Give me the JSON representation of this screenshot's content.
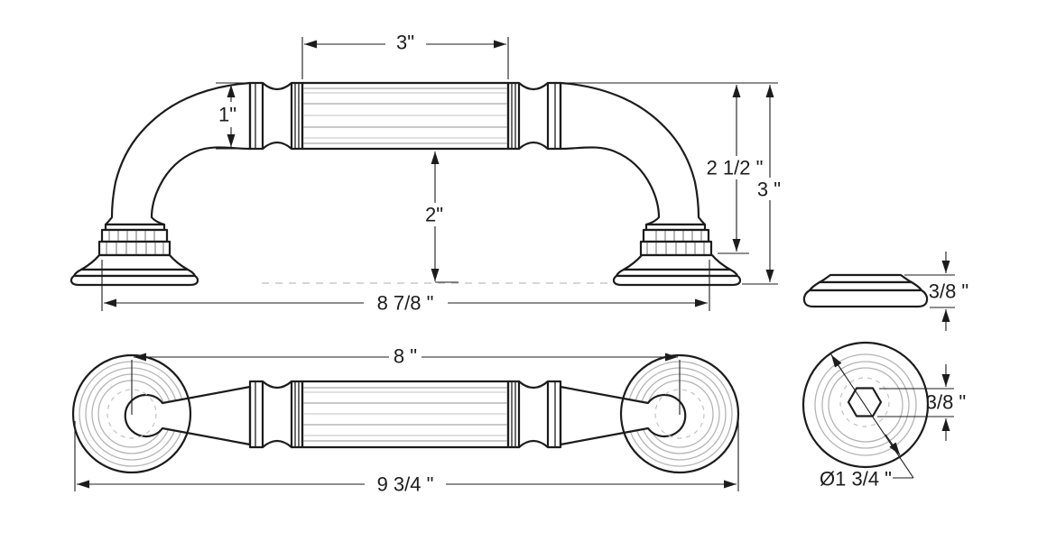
{
  "colors": {
    "line": "#1c1c1c",
    "detail_gray": "#a6a6a6",
    "ring_gray": "#b4b4b4",
    "hidden_line_gray": "#c9c9c9",
    "background": "#ffffff"
  },
  "views": {
    "front": {
      "dims": {
        "grip_length": "3\"",
        "end_height": "1\"",
        "projection": "2\"",
        "height_to_base_top": "2 1/2 \"",
        "overall_height": "3 \"",
        "mounting_length": "8 7/8 \""
      }
    },
    "plan": {
      "dims": {
        "center_to_center": "8 \"",
        "overall_length": "9 3/4 \""
      }
    },
    "base_side": {
      "dims": {
        "thickness": "3/8 \""
      }
    },
    "base_face": {
      "dims": {
        "hex_socket": "3/8 \"",
        "diameter": "Ø1 3/4 \""
      }
    }
  }
}
